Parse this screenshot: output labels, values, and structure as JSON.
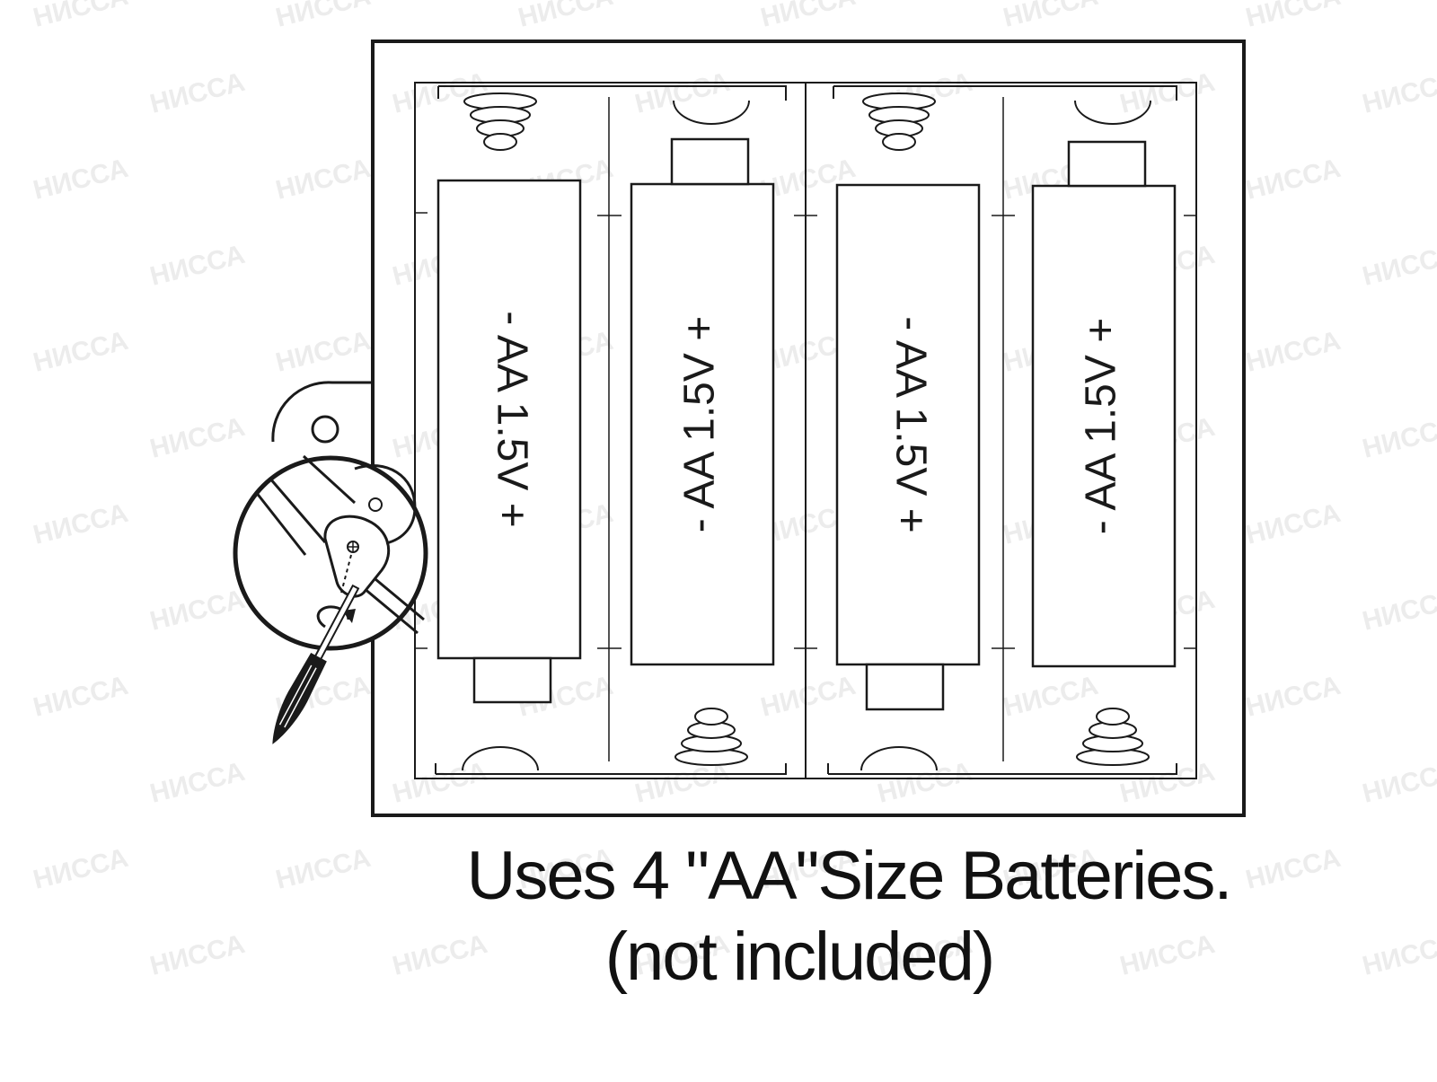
{
  "watermark": {
    "text": "НИССА"
  },
  "batteries": [
    {
      "label": "- AA 1.5V +",
      "rotation": "cw"
    },
    {
      "label": "- AA 1.5V +",
      "rotation": "ccw"
    },
    {
      "label": "- AA 1.5V +",
      "rotation": "cw"
    },
    {
      "label": "- AA 1.5V +",
      "rotation": "ccw"
    }
  ],
  "caption": {
    "line1": "Uses 4 \"AA\"Size Batteries.",
    "line2": "(not included)"
  },
  "colors": {
    "ink": "#1a1a1a",
    "background": "#ffffff",
    "watermark": "#ececec"
  },
  "icons": [
    "screwdriver-icon",
    "screw-icon",
    "rotate-arrow-icon",
    "battery-spring-icon",
    "battery-contact-plate-icon"
  ]
}
